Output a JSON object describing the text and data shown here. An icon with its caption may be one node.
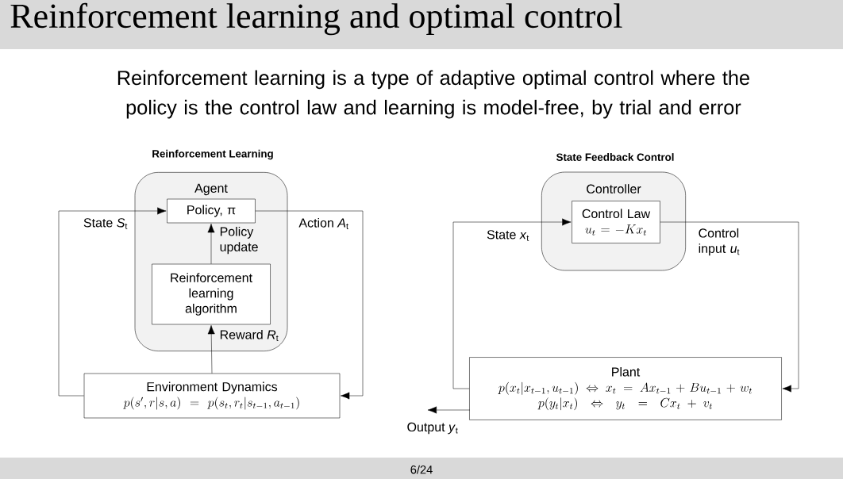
{
  "diagram": {
    "title": "Reinforcement learning and optimal control",
    "nodes": [
      {
        "text": [
          "Agent"
        ]
      },
      {
        "text": [
          "Policy, π"
        ],
        "in": 0
      },
      {
        "text": [
          "Reinforcement learning algorithm"
        ],
        "in": 0
      },
      {
        "text": [
          "Environment Dynamics",
          "p(s',r|s,a) = p(s_t,r_t|s_{t-1},a_{t-1})"
        ]
      },
      {
        "text": [
          "Controller"
        ]
      },
      {
        "text": [
          "Control Law",
          "u_t = -Kx_t"
        ],
        "in": 4
      },
      {
        "text": [
          "Plant",
          "p(x_t|x_{t-1},u_{t-1}) \\Leftrightarrow x_t = Ax_{t-1} + Bu_{t-1} + w_t",
          "p(y_t|x_t) \\Leftrightarrow y_t = Cx_t + v_t"
        ]
      }
    ],
    "edges": [
      {
        "from": 3,
        "to": 1,
        "arrow": "to",
        "label": "State *S*$_{t}$"
      },
      {
        "from": 1,
        "to": 3,
        "arrow": "to",
        "label": "Action *A*$_{t}$"
      },
      {
        "from": 2,
        "to": 1,
        "arrow": "to",
        "label": "Policy update"
      },
      {
        "from": 3,
        "to": 2,
        "arrow": "to",
        "label": "Reward *R*$_{t}$"
      },
      {
        "from": 6,
        "to": 5,
        "arrow": "to",
        "label": "State *x*$_{t}$"
      },
      {
        "from": 5,
        "to": 6,
        "arrow": "to",
        "label": "Control input *u*$_{t}$"
      },
      {
        "from": 6,
        "to": null,
        "arrow": "to",
        "label": "Output *y*$_{t}$"
      }
    ],
    "labels": [
      "Reinforcement learning is a type of adaptive optimal control where the policy is the control law and learning is model-free, by trial and error",
      "Reinforcement Learning",
      "State Feedback Control",
      "6/24"
    ]
  }
}
